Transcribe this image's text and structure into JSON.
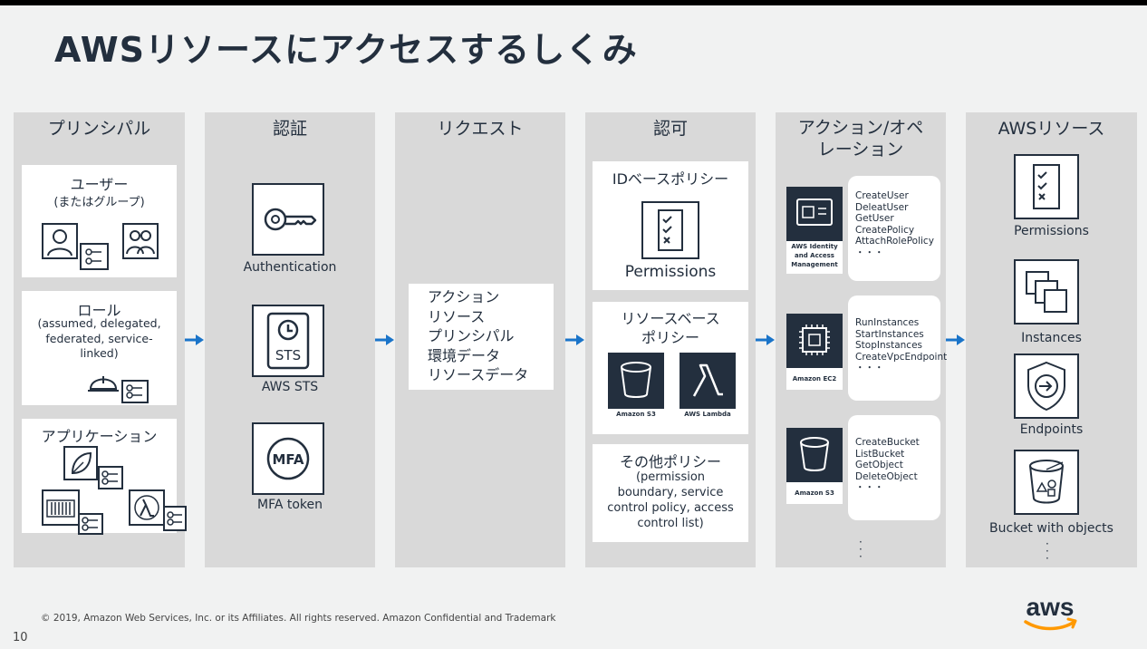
{
  "title": "AWSリソースにアクセスするしくみ",
  "columns": {
    "principal": {
      "header": "プリンシパル",
      "user_title": "ユーザー",
      "user_sub": "(またはグループ)",
      "role_title": "ロール",
      "role_sub_1": "(assumed, delegated,",
      "role_sub_2": "federated, service-",
      "role_sub_3": "linked)",
      "app_title": "アプリケーション"
    },
    "authn": {
      "header": "認証",
      "items": [
        "Authentication",
        "AWS STS",
        "MFA token"
      ],
      "sts_text": "STS",
      "mfa_text": "MFA"
    },
    "request": {
      "header": "リクエスト",
      "lines": [
        "アクション",
        "リソース",
        "プリンシパル",
        "環境データ",
        "リソースデータ"
      ]
    },
    "authz": {
      "header": "認可",
      "identity_title": "IDベースポリシー",
      "identity_perm": "Permissions",
      "resource_title_1": "リソースベース",
      "resource_title_2": "ポリシー",
      "s3_label": "Amazon S3",
      "lambda_label": "AWS Lambda",
      "other_title": "その他ポリシー",
      "other_lines": [
        "(permission",
        "boundary, service",
        "control policy, access",
        "control list)"
      ]
    },
    "actions": {
      "header_1": "アクション/オペ",
      "header_2": "レーション",
      "iam_label_1": "AWS Identity",
      "iam_label_2": "and Access",
      "iam_label_3": "Management",
      "ec2_label": "Amazon EC2",
      "s3_label": "Amazon S3",
      "iam_actions": [
        "CreateUser",
        "DeleatUser",
        "GetUser",
        "CreatePolicy",
        "AttachRolePolicy",
        "・・・"
      ],
      "ec2_actions": [
        "RunInstances",
        "StartInstances",
        "StopInstances",
        "CreateVpcEndpoint",
        "・・・"
      ],
      "s3_actions": [
        "CreateBucket",
        "ListBucket",
        "GetObject",
        "DeleteObject",
        "・・・"
      ]
    },
    "resources": {
      "header": "AWSリソース",
      "items": [
        "Permissions",
        "Instances",
        "Endpoints",
        "Bucket with objects"
      ]
    }
  },
  "footer": "© 2019, Amazon Web Services, Inc. or its Affiliates. All rights reserved. Amazon Confidential and Trademark",
  "page_number": "10",
  "logo_text": "aws",
  "colors": {
    "dark": "#232f3e",
    "arrow": "#1a74c9",
    "panel": "#d9d9d9",
    "background": "#f1f2f2",
    "logo_orange": "#ff9900"
  }
}
